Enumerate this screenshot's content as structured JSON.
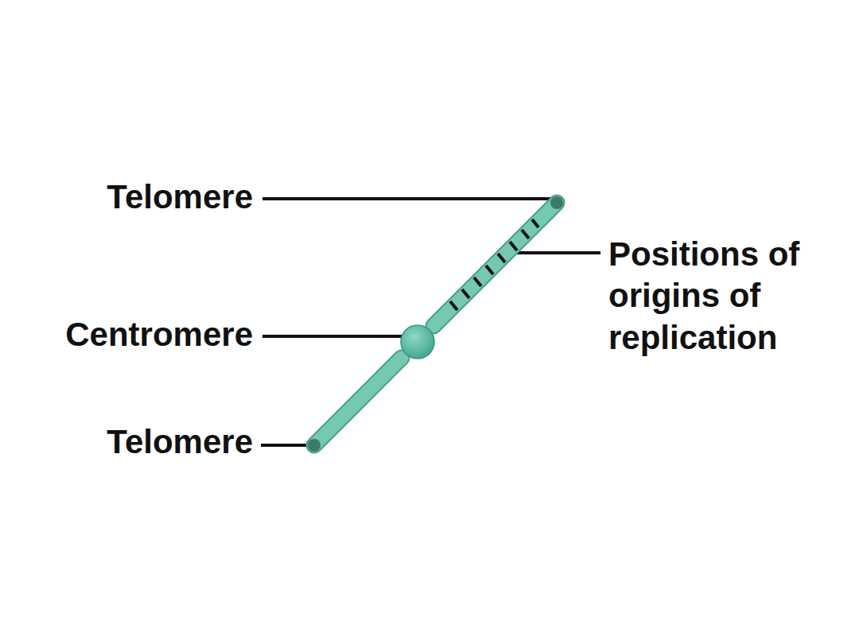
{
  "diagram": {
    "labels": [
      "Telomere",
      "Centromere",
      "Telomere",
      "Positions of origins of replication"
    ]
  }
}
